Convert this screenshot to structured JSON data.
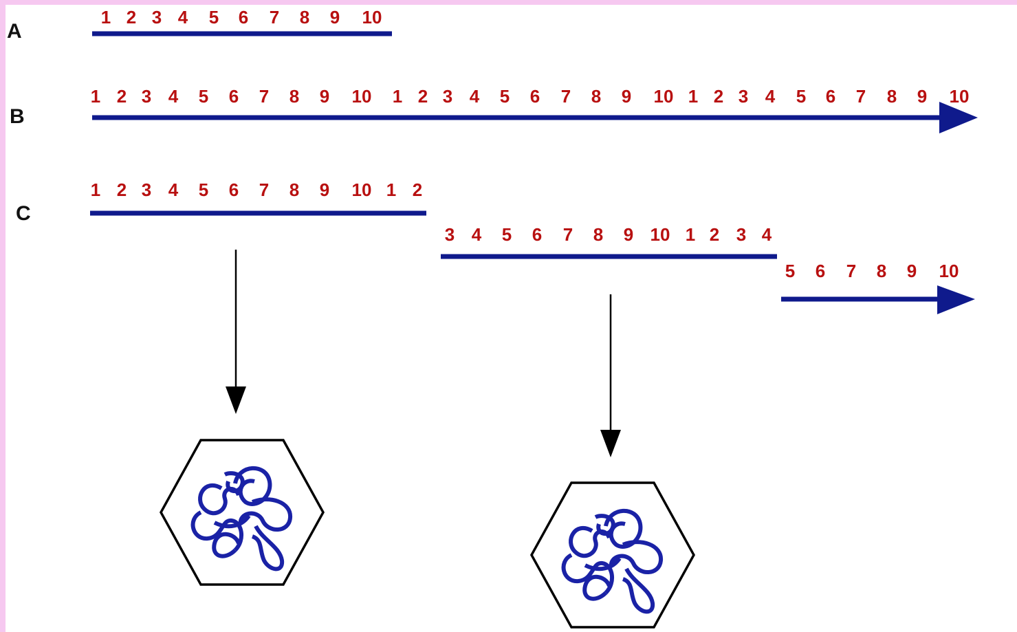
{
  "colors": {
    "frame": "#f6c8f0",
    "strand": "#0f1a8c",
    "numbers": "#b81010",
    "arrows": "#000000",
    "hexagon": "#000000"
  },
  "labels": {
    "a": "A",
    "b": "B",
    "c": "C"
  },
  "row_a": {
    "numbers": [
      "1",
      "2",
      "3",
      "4",
      "5",
      "6",
      "7",
      "8",
      "9",
      "10"
    ]
  },
  "row_b": {
    "numbers": [
      "1",
      "2",
      "3",
      "4",
      "5",
      "6",
      "7",
      "8",
      "9",
      "10",
      "1",
      "2",
      "3",
      "4",
      "5",
      "6",
      "7",
      "8",
      "9",
      "10",
      "1",
      "2",
      "3",
      "4",
      "5",
      "6",
      "7",
      "8",
      "9",
      "10"
    ]
  },
  "row_c": {
    "segment1": [
      "1",
      "2",
      "3",
      "4",
      "5",
      "6",
      "7",
      "8",
      "9",
      "10",
      "1",
      "2"
    ],
    "segment2": [
      "3",
      "4",
      "5",
      "6",
      "7",
      "8",
      "9",
      "10",
      "1",
      "2",
      "3",
      "4"
    ],
    "segment3": [
      "5",
      "6",
      "7",
      "8",
      "9",
      "10"
    ]
  },
  "icons": {
    "down_arrows": "arrow-down-icon",
    "capsids": "hexagon-capsid-icon",
    "genome": "coiled-genome-icon"
  }
}
